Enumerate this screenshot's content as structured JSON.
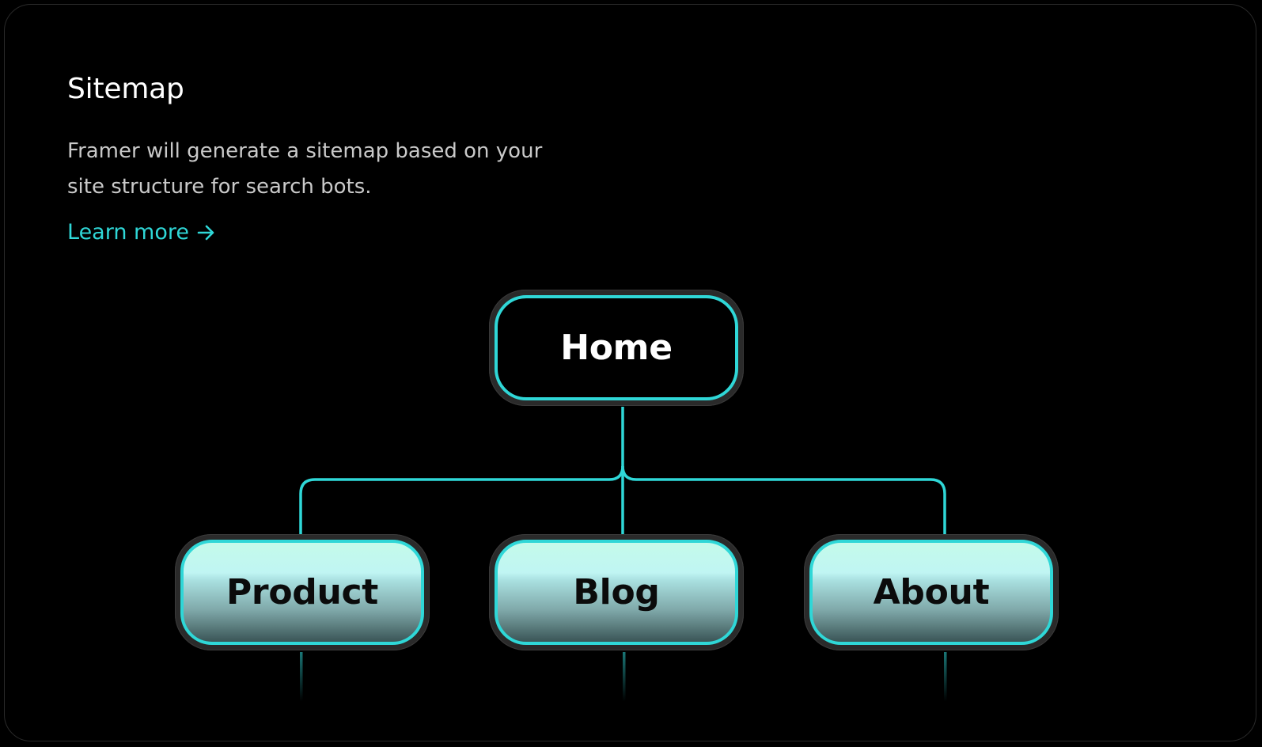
{
  "card": {
    "title": "Sitemap",
    "description": "Framer will generate a sitemap based on your site structure for search bots.",
    "link_label": "Learn more",
    "link_icon": "arrow-right-icon"
  },
  "sitemap": {
    "root": {
      "label": "Home"
    },
    "children": [
      {
        "label": "Product"
      },
      {
        "label": "Blog"
      },
      {
        "label": "About"
      }
    ]
  },
  "colors": {
    "accent": "#2fd7d7",
    "background": "#000000",
    "node_ring": "#2a2a2a",
    "title": "#ffffff",
    "description": "#c9c9c9"
  }
}
